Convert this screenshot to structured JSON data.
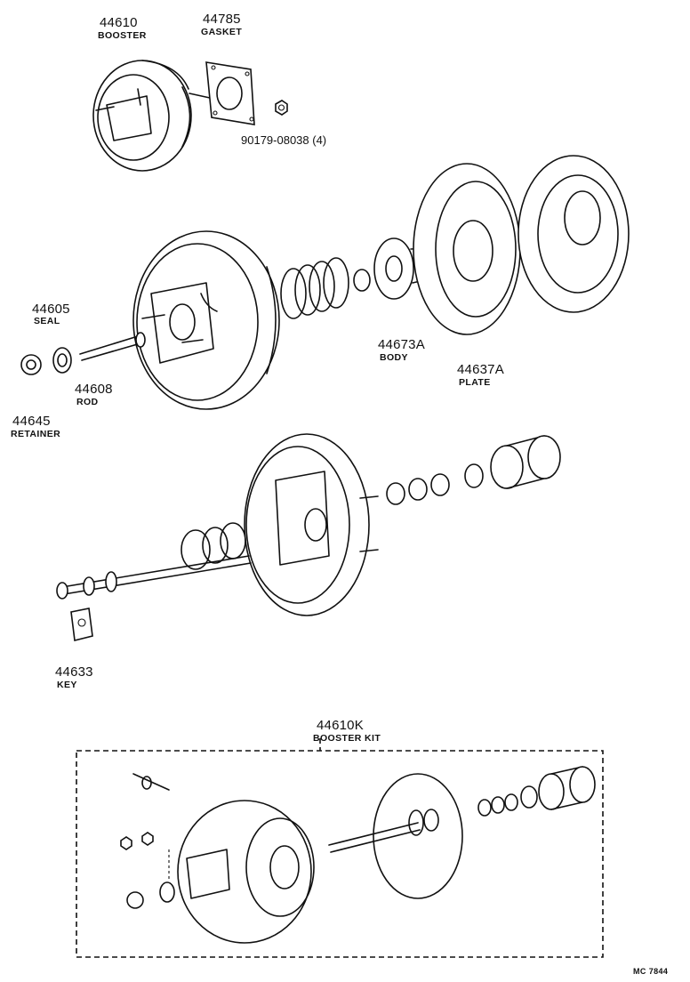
{
  "parts": [
    {
      "number": "44610",
      "name": "BOOSTER"
    },
    {
      "number": "44785",
      "name": "GASKET"
    },
    {
      "number": "90179-08038 (4)",
      "name": ""
    },
    {
      "number": "44605",
      "name": "SEAL"
    },
    {
      "number": "44608",
      "name": "ROD"
    },
    {
      "number": "44645",
      "name": "RETAINER"
    },
    {
      "number": "44673A",
      "name": "BODY"
    },
    {
      "number": "44637A",
      "name": "PLATE"
    },
    {
      "number": "44633",
      "name": "KEY"
    },
    {
      "number": "44610K",
      "name": "BOOSTER KIT"
    }
  ],
  "figure_code": "MC 7844"
}
